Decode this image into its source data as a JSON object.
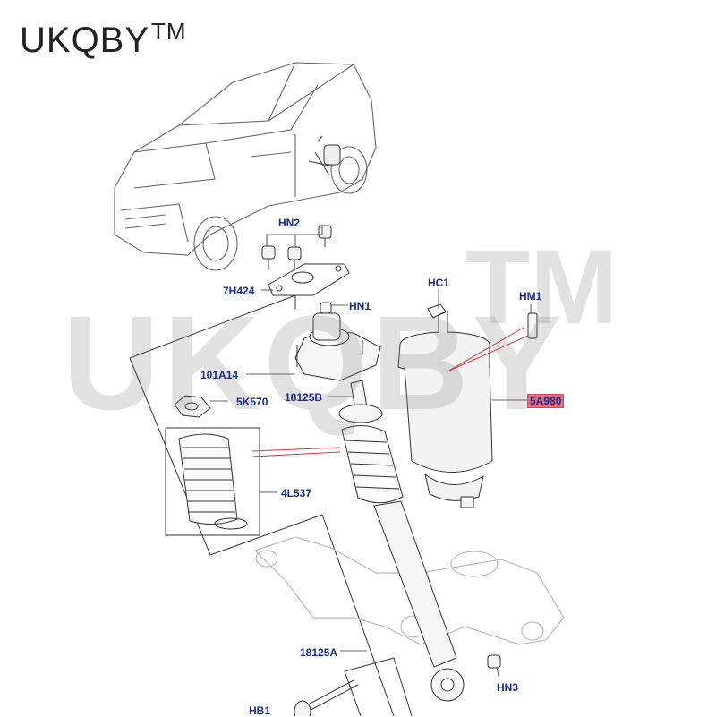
{
  "brand": {
    "name": "UKQBY",
    "mark": "TM"
  },
  "watermark": {
    "text": "UKQBY",
    "mark": "TM"
  },
  "callouts": [
    {
      "id": "hn2",
      "text": "HN2"
    },
    {
      "id": "7h424",
      "text": "7H424"
    },
    {
      "id": "hn1",
      "text": "HN1"
    },
    {
      "id": "hc1",
      "text": "HC1"
    },
    {
      "id": "hm1",
      "text": "HM1"
    },
    {
      "id": "101a14",
      "text": "101A14"
    },
    {
      "id": "5k570",
      "text": "5K570"
    },
    {
      "id": "18125b",
      "text": "18125B"
    },
    {
      "id": "5a980",
      "text": "5A980",
      "highlight": true
    },
    {
      "id": "4l537",
      "text": "4L537"
    },
    {
      "id": "18125a",
      "text": "18125A"
    },
    {
      "id": "hn3",
      "text": "HN3"
    },
    {
      "id": "hb1",
      "text": "HB1"
    }
  ],
  "colors": {
    "callout": "#1a2c8c",
    "highlight": "#e76b7b",
    "leader_red": "#d03a3a",
    "line": "#333333"
  }
}
